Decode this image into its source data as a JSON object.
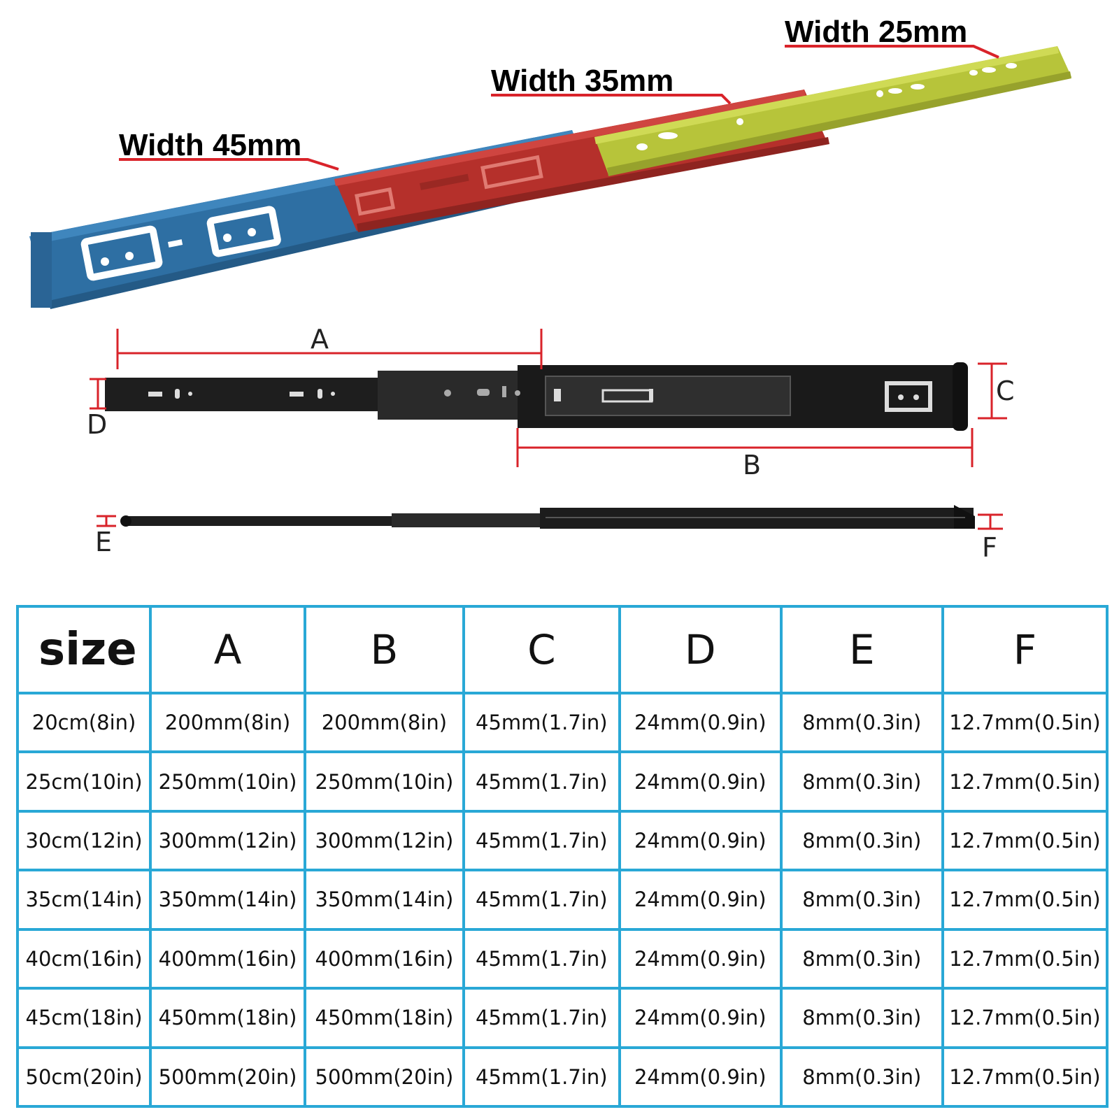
{
  "callouts": {
    "width_45": "Width 45mm",
    "width_35": "Width 35mm",
    "width_25": "Width 25mm"
  },
  "colors": {
    "outer_rail": "#2e6fa3",
    "middle_rail": "#b5302b",
    "inner_rail": "#b7c43a",
    "leader_line": "#d9232a",
    "table_border": "#29a8d6"
  },
  "dimension_labels": {
    "a": "A",
    "b": "B",
    "c": "C",
    "d": "D",
    "e": "E",
    "f": "F"
  },
  "table": {
    "headers": [
      "size",
      "A",
      "B",
      "C",
      "D",
      "E",
      "F"
    ],
    "rows": [
      [
        "20cm(8in)",
        "200mm(8in)",
        "200mm(8in)",
        "45mm(1.7in)",
        "24mm(0.9in)",
        "8mm(0.3in)",
        "12.7mm(0.5in)"
      ],
      [
        "25cm(10in)",
        "250mm(10in)",
        "250mm(10in)",
        "45mm(1.7in)",
        "24mm(0.9in)",
        "8mm(0.3in)",
        "12.7mm(0.5in)"
      ],
      [
        "30cm(12in)",
        "300mm(12in)",
        "300mm(12in)",
        "45mm(1.7in)",
        "24mm(0.9in)",
        "8mm(0.3in)",
        "12.7mm(0.5in)"
      ],
      [
        "35cm(14in)",
        "350mm(14in)",
        "350mm(14in)",
        "45mm(1.7in)",
        "24mm(0.9in)",
        "8mm(0.3in)",
        "12.7mm(0.5in)"
      ],
      [
        "40cm(16in)",
        "400mm(16in)",
        "400mm(16in)",
        "45mm(1.7in)",
        "24mm(0.9in)",
        "8mm(0.3in)",
        "12.7mm(0.5in)"
      ],
      [
        "45cm(18in)",
        "450mm(18in)",
        "450mm(18in)",
        "45mm(1.7in)",
        "24mm(0.9in)",
        "8mm(0.3in)",
        "12.7mm(0.5in)"
      ],
      [
        "50cm(20in)",
        "500mm(20in)",
        "500mm(20in)",
        "45mm(1.7in)",
        "24mm(0.9in)",
        "8mm(0.3in)",
        "12.7mm(0.5in)"
      ]
    ]
  }
}
